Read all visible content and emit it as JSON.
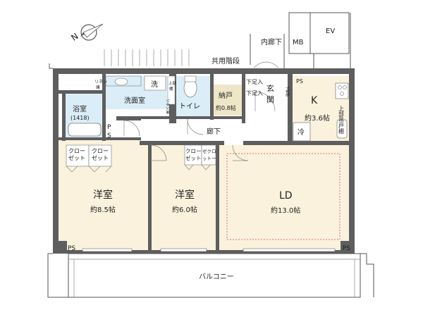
{
  "compass": {
    "north_letter": "N"
  },
  "labels": {
    "inner_corridor": "内廊下",
    "mb": "MB",
    "ev": "EV",
    "shared_stairs": "共用階段",
    "ps_top": "PS",
    "ps_bath": "P",
    "ps_bath2": "S",
    "ps_bl": "PS",
    "ps_br": "PS",
    "linen_shelf_1": "リネン",
    "linen_shelf_2": "庫",
    "washroom": "洗面室",
    "washer": "洗",
    "upper_shelf_1": "上部",
    "upper_shelf_2": "棚",
    "linen2": "リネン庫",
    "toilet": "トイレ",
    "storage": "納戸",
    "storage_size": "約0.8帖",
    "entrance_1": "玄",
    "entrance_2": "関",
    "shoe_1": "下足入",
    "shoe_2": "下足入",
    "shoebox_v": "下駄箱",
    "bath": "浴室",
    "bath_size": "(1418)",
    "corridor": "廊下",
    "kitchen": "K",
    "kitchen_size": "約3.6帖",
    "fridge": "冷",
    "upper_cab": "上部吊戸棚",
    "closet_l1a": "クロー",
    "closet_l1b": "ゼット",
    "closet_l2a": "クロー",
    "closet_l2b": "ゼット",
    "closet_m1a": "クロー",
    "closet_m1b": "ゼット",
    "closet_m2a": "ゼクロ",
    "closet_m2b": "ットー",
    "room_western_1": "洋室",
    "room_western_1_size": "約8.5帖",
    "room_western_2": "洋室",
    "room_western_2_size": "約6.0帖",
    "room_ld": "LD",
    "room_ld_size": "約13.0帖",
    "balcony": "バルコニー"
  },
  "colors": {
    "room_fill": "#fbf2dd",
    "wet_fill": "#dbeef8",
    "storage_fill": "#efe6c8",
    "wall": "#5e5e5e",
    "ld_border": "#e06a6a"
  }
}
